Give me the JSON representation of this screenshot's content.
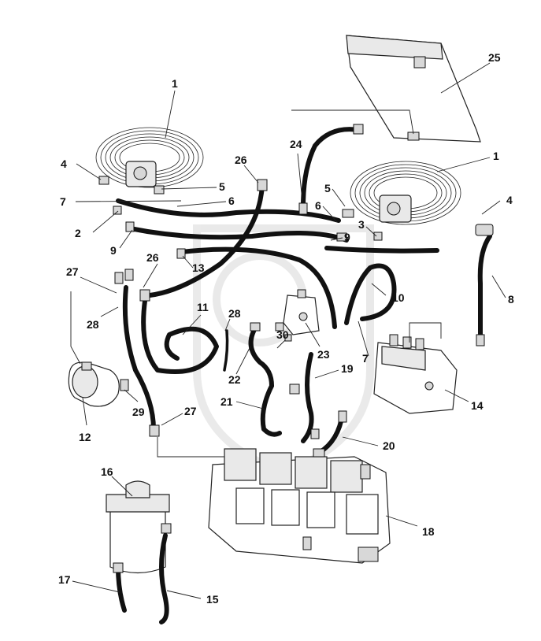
{
  "callouts": [
    {
      "id": "1a",
      "label": "1"
    },
    {
      "id": "1b",
      "label": "1"
    },
    {
      "id": "2",
      "label": "2"
    },
    {
      "id": "3",
      "label": "3"
    },
    {
      "id": "4a",
      "label": "4"
    },
    {
      "id": "4b",
      "label": "4"
    },
    {
      "id": "5a",
      "label": "5"
    },
    {
      "id": "5b",
      "label": "5"
    },
    {
      "id": "6a",
      "label": "6"
    },
    {
      "id": "6b",
      "label": "6"
    },
    {
      "id": "7a",
      "label": "7"
    },
    {
      "id": "7b",
      "label": "7"
    },
    {
      "id": "8",
      "label": "8"
    },
    {
      "id": "9a",
      "label": "9"
    },
    {
      "id": "9b",
      "label": "9"
    },
    {
      "id": "10",
      "label": "10"
    },
    {
      "id": "11",
      "label": "11"
    },
    {
      "id": "12",
      "label": "12"
    },
    {
      "id": "13",
      "label": "13"
    },
    {
      "id": "14",
      "label": "14"
    },
    {
      "id": "15",
      "label": "15"
    },
    {
      "id": "16",
      "label": "16"
    },
    {
      "id": "17",
      "label": "17"
    },
    {
      "id": "18",
      "label": "18"
    },
    {
      "id": "19",
      "label": "19"
    },
    {
      "id": "20",
      "label": "20"
    },
    {
      "id": "21",
      "label": "21"
    },
    {
      "id": "22",
      "label": "22"
    },
    {
      "id": "23",
      "label": "23"
    },
    {
      "id": "24",
      "label": "24"
    },
    {
      "id": "25",
      "label": "25"
    },
    {
      "id": "26a",
      "label": "26"
    },
    {
      "id": "26b",
      "label": "26"
    },
    {
      "id": "27a",
      "label": "27"
    },
    {
      "id": "27b",
      "label": "27"
    },
    {
      "id": "28a",
      "label": "28"
    },
    {
      "id": "28b",
      "label": "28"
    },
    {
      "id": "29",
      "label": "29"
    },
    {
      "id": "30",
      "label": "30"
    }
  ]
}
